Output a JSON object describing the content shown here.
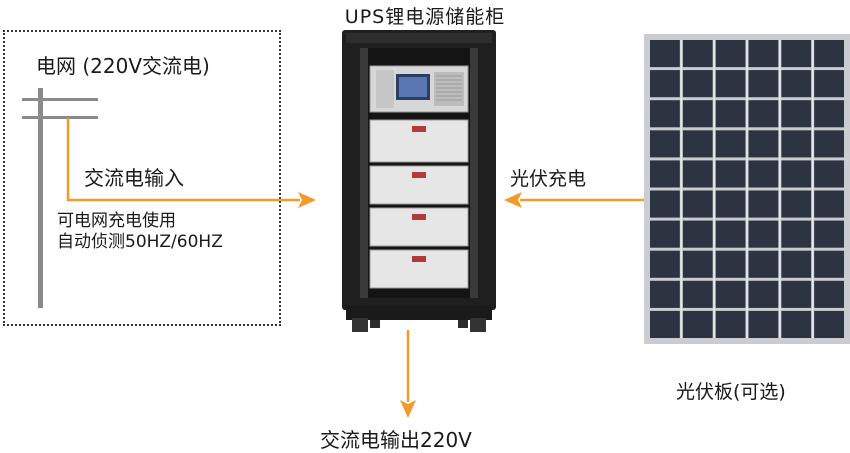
{
  "title": "UPS锂电源储能柜",
  "grid": {
    "label": "电网 (220V交流电)",
    "ac_input": "交流电输入",
    "note_line1": "可电网充电使用",
    "note_line2": "自动侦测50HZ/60HZ"
  },
  "solar": {
    "charge_label": "光伏充电",
    "panel_label": "光伏板(可选)"
  },
  "output": {
    "label": "交流电输出220V"
  },
  "colors": {
    "arrow": "#f39a2b",
    "cabinet": "#1f1f1f",
    "module": "#e6e6e6",
    "panel_cell": "#2b3440",
    "panel_frame": "#c9cdd1",
    "dotted_border": "#333333"
  }
}
